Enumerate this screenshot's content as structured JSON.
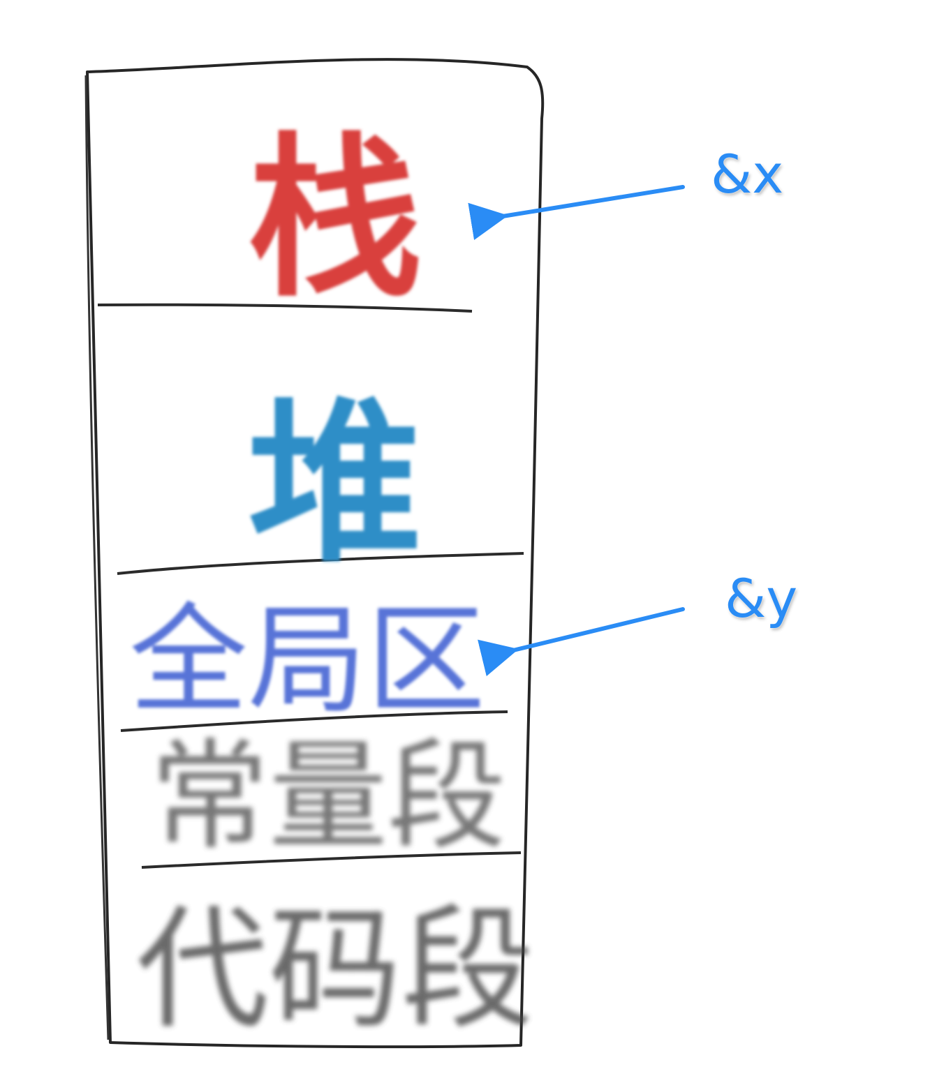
{
  "segments": [
    {
      "key": "stack",
      "label": "栈",
      "color": "#d9413d"
    },
    {
      "key": "heap",
      "label": "堆",
      "color": "#2f8ec7"
    },
    {
      "key": "global",
      "label": "全局区",
      "color": "#3b5bd1"
    },
    {
      "key": "constant",
      "label": "常量段",
      "color": "#555555"
    },
    {
      "key": "code",
      "label": "代码段",
      "color": "#444444"
    }
  ],
  "pointers": [
    {
      "key": "x",
      "label": "&x",
      "target": "stack",
      "color": "#2a8cf5"
    },
    {
      "key": "y",
      "label": "&y",
      "target": "global",
      "color": "#2a8cf5"
    }
  ]
}
